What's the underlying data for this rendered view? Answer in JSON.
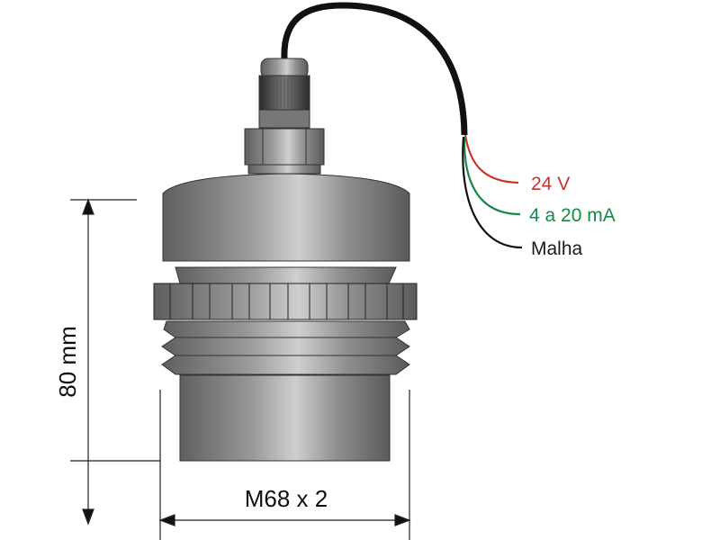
{
  "wires": [
    {
      "label": "24 V",
      "color": "#c8322d"
    },
    {
      "label": "4 a 20 mA",
      "color": "#138a47"
    },
    {
      "label": "Malha",
      "color": "#1a1a1a"
    }
  ],
  "dimensions": {
    "height_label": "80 mm",
    "thread_label": "M68 x 2"
  }
}
